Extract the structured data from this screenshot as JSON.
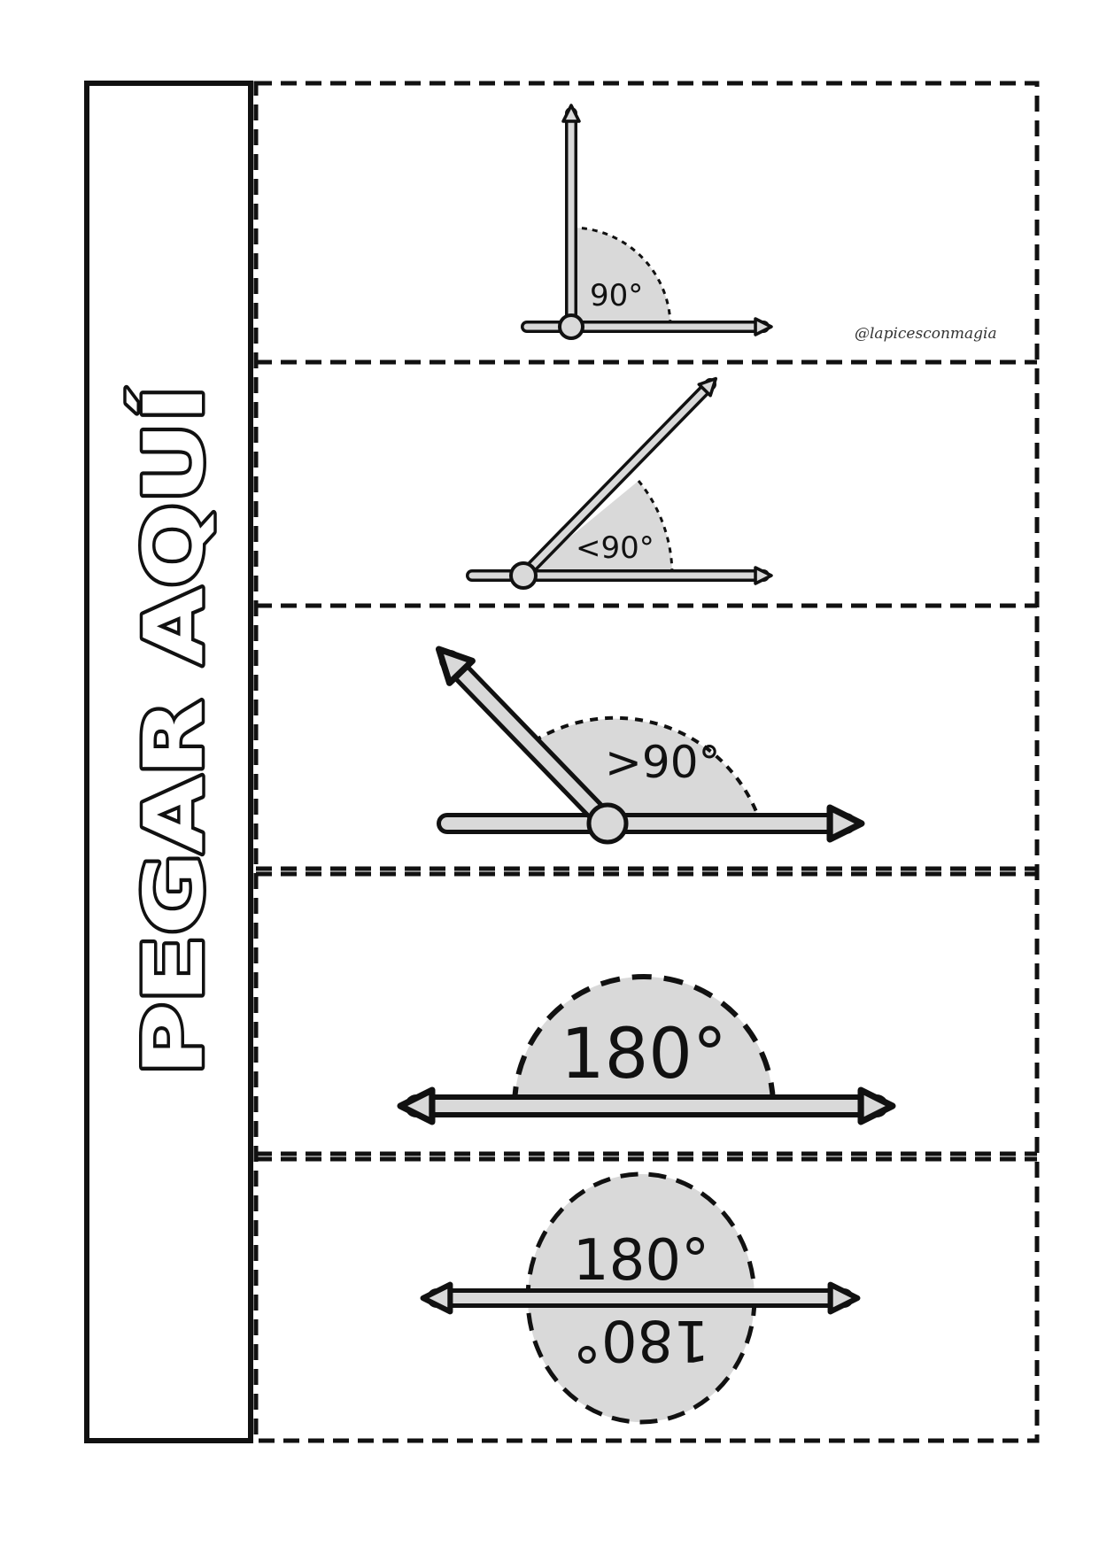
{
  "sidebar": {
    "title": "PEGAR AQUÍ"
  },
  "watermark": "@lapicesconmagia",
  "cards": [
    {
      "label": "90°",
      "type": "right-angle"
    },
    {
      "label": "<90°",
      "type": "acute-angle"
    },
    {
      "label": ">90°",
      "type": "obtuse-angle"
    },
    {
      "label": "180°",
      "type": "straight-angle"
    },
    {
      "label_top": "180°",
      "label_bottom": "180°",
      "type": "full-angle"
    }
  ],
  "colors": {
    "fill": "#d9d9d9",
    "stroke": "#111111"
  }
}
